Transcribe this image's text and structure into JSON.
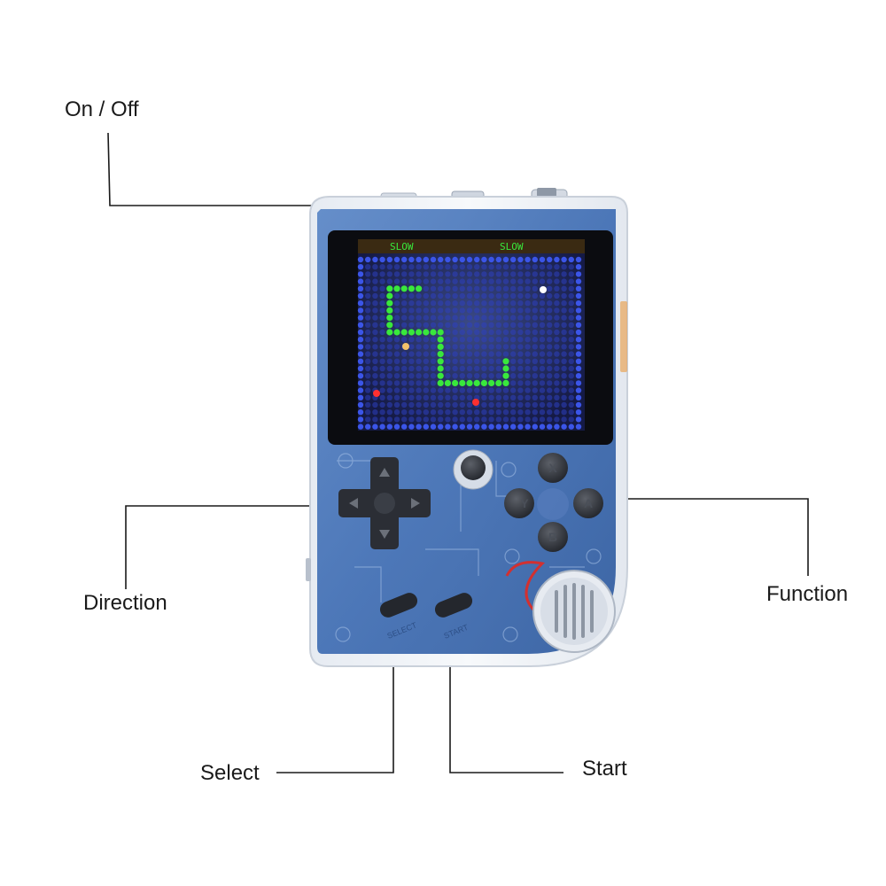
{
  "labels": {
    "on_off": "On / Off",
    "direction": "Direction",
    "function": "Function",
    "select": "Select",
    "start": "Start"
  },
  "screen": {
    "speed_left": "SLOW",
    "speed_right": "SLOW"
  },
  "buttons": {
    "x": "X",
    "y": "Y",
    "a": "A",
    "b": "B",
    "select_silk": "SELECT",
    "start_silk": "START"
  },
  "colors": {
    "shell": "#f3f5f8",
    "board": "#3b6bb4",
    "screen_bg": "#1c2352",
    "snake": "#39e83c",
    "dot": "#2d3fc0"
  },
  "icons": [
    "dpad-icon",
    "speaker-grille-icon",
    "power-switch-icon"
  ]
}
